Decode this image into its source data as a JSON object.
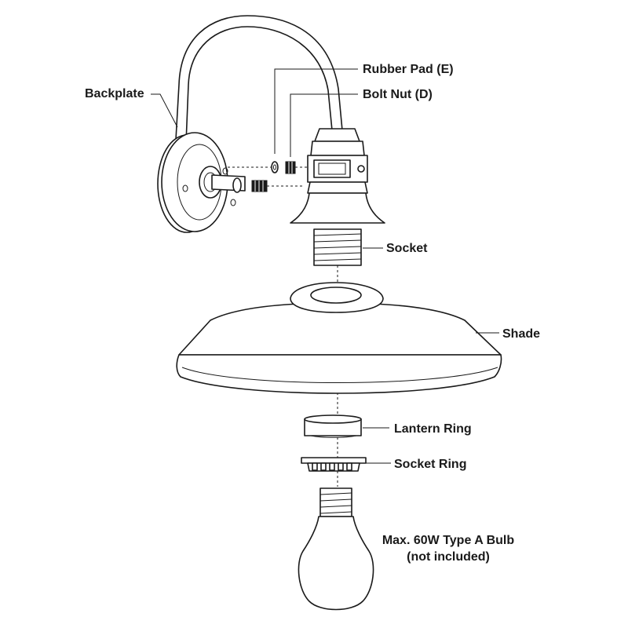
{
  "labels": {
    "backplate": "Backplate",
    "rubber_pad": "Rubber Pad (E)",
    "bolt_nut": "Bolt Nut (D)",
    "socket": "Socket",
    "shade": "Shade",
    "lantern_ring": "Lantern Ring",
    "socket_ring": "Socket Ring",
    "bulb_line1": "Max. 60W Type A Bulb",
    "bulb_line2": "(not included)"
  }
}
